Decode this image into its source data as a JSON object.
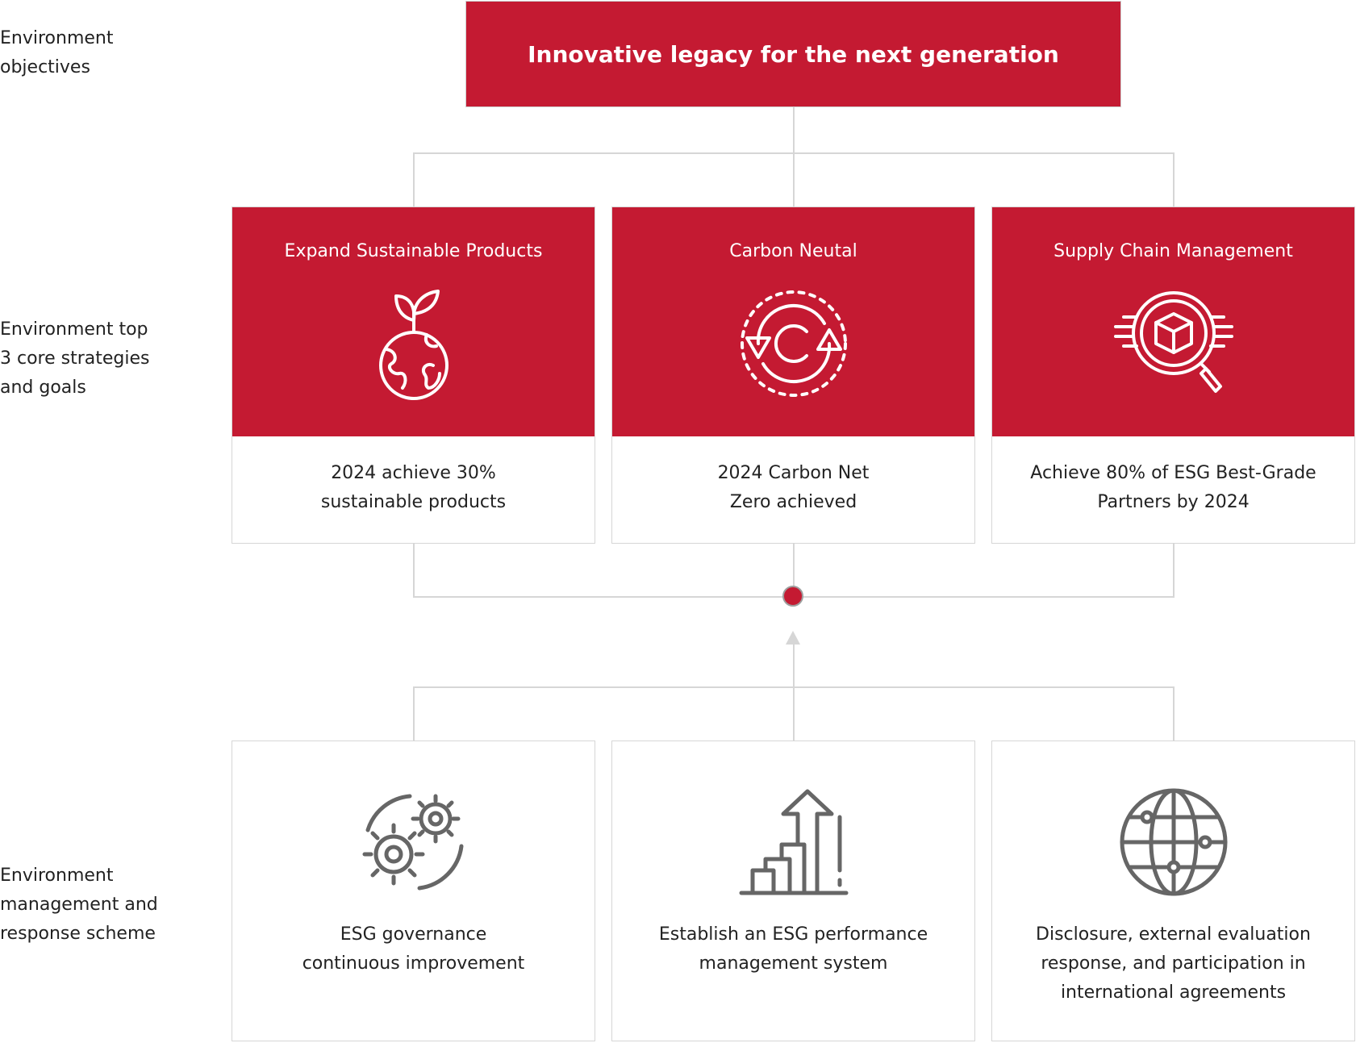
{
  "row_labels": {
    "objectives": "Environment\nobjectives",
    "strategies": "Environment top\n3 core strategies\nand goals",
    "management": "Environment\nmanagement and\nresponse scheme"
  },
  "objective": "Innovative legacy for the next generation",
  "strategies": [
    {
      "title": "Expand Sustainable Products",
      "goal": "2024 achieve 30%\nsustainable products",
      "icon": "plant-globe-icon"
    },
    {
      "title": "Carbon Neutal",
      "goal": "2024 Carbon Net\nZero achieved",
      "icon": "carbon-cycle-icon"
    },
    {
      "title": "Supply Chain Management",
      "goal": "Achieve 80% of ESG Best-Grade\nPartners by 2024",
      "icon": "package-search-icon"
    }
  ],
  "management": [
    {
      "text": "ESG governance\ncontinuous improvement",
      "icon": "gears-icon"
    },
    {
      "text": "Establish an ESG performance\nmanagement system",
      "icon": "growth-chart-icon"
    },
    {
      "text": "Disclosure, external evaluation\nresponse, and participation in\ninternational agreements",
      "icon": "network-globe-icon"
    }
  ],
  "colors": {
    "accent": "#c41a32",
    "connector": "#d6d6d6",
    "icon_gray": "#666666"
  }
}
